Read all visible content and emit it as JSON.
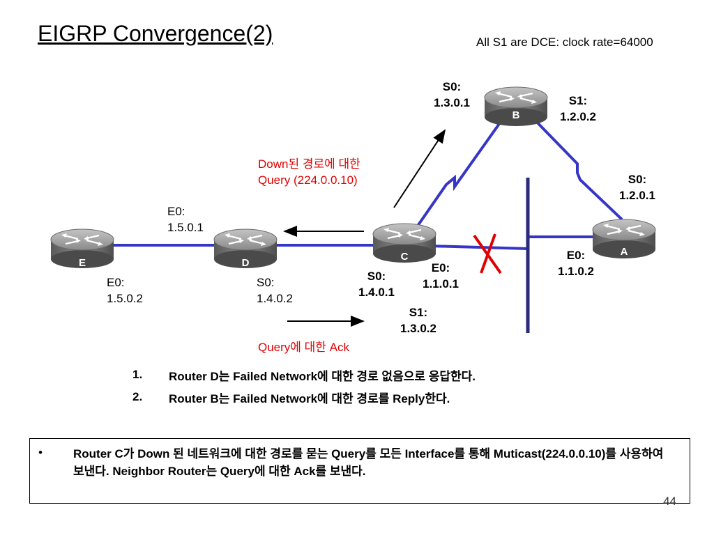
{
  "title": "EIGRP Convergence(2)",
  "dce_note": "All S1 are DCE: clock rate=64000",
  "routers": {
    "a": "A",
    "b": "B",
    "c": "C",
    "d": "D",
    "e": "E"
  },
  "labels": {
    "b_s0": "S0:\n1.3.0.1",
    "b_s1": "S1:\n1.2.0.2",
    "a_s0": "S0:\n1.2.0.1",
    "a_e0": "E0:\n1.1.0.2",
    "c_s0": "S0:\n1.4.0.1",
    "c_e0": "E0:\n1.1.0.1",
    "c_s1": "S1:\n1.3.0.2",
    "d_e0": "E0:\n1.5.0.1",
    "d_s0": "S0:\n1.4.0.2",
    "e_e0": "E0:\n1.5.0.2"
  },
  "query_label": "Down된 경로에 대한\nQuery (224.0.0.10)",
  "ack_label": "Query에 대한 Ack",
  "steps": [
    {
      "num": "1.",
      "text": "Router D는 Failed Network에 대한 경로 없음으로 응답한다."
    },
    {
      "num": "2.",
      "text": "Router B는 Failed Network에 대한 경로를 Reply한다."
    }
  ],
  "bullet_symbol": "•",
  "bullet_text": "Router C가 Down 된 네트워크에 대한 경로를 묻는 Query를 모든 Interface를 통해 Muticast(224.0.0.10)를 사용하여 보낸다. Neighbor Router는 Query에 대한 Ack를 보낸다.",
  "page_number": "44",
  "colors": {
    "link": "#3535c8",
    "router_top": "#9a9a9a",
    "router_body": "#6e6e6e",
    "failure_mark": "#e00000"
  }
}
